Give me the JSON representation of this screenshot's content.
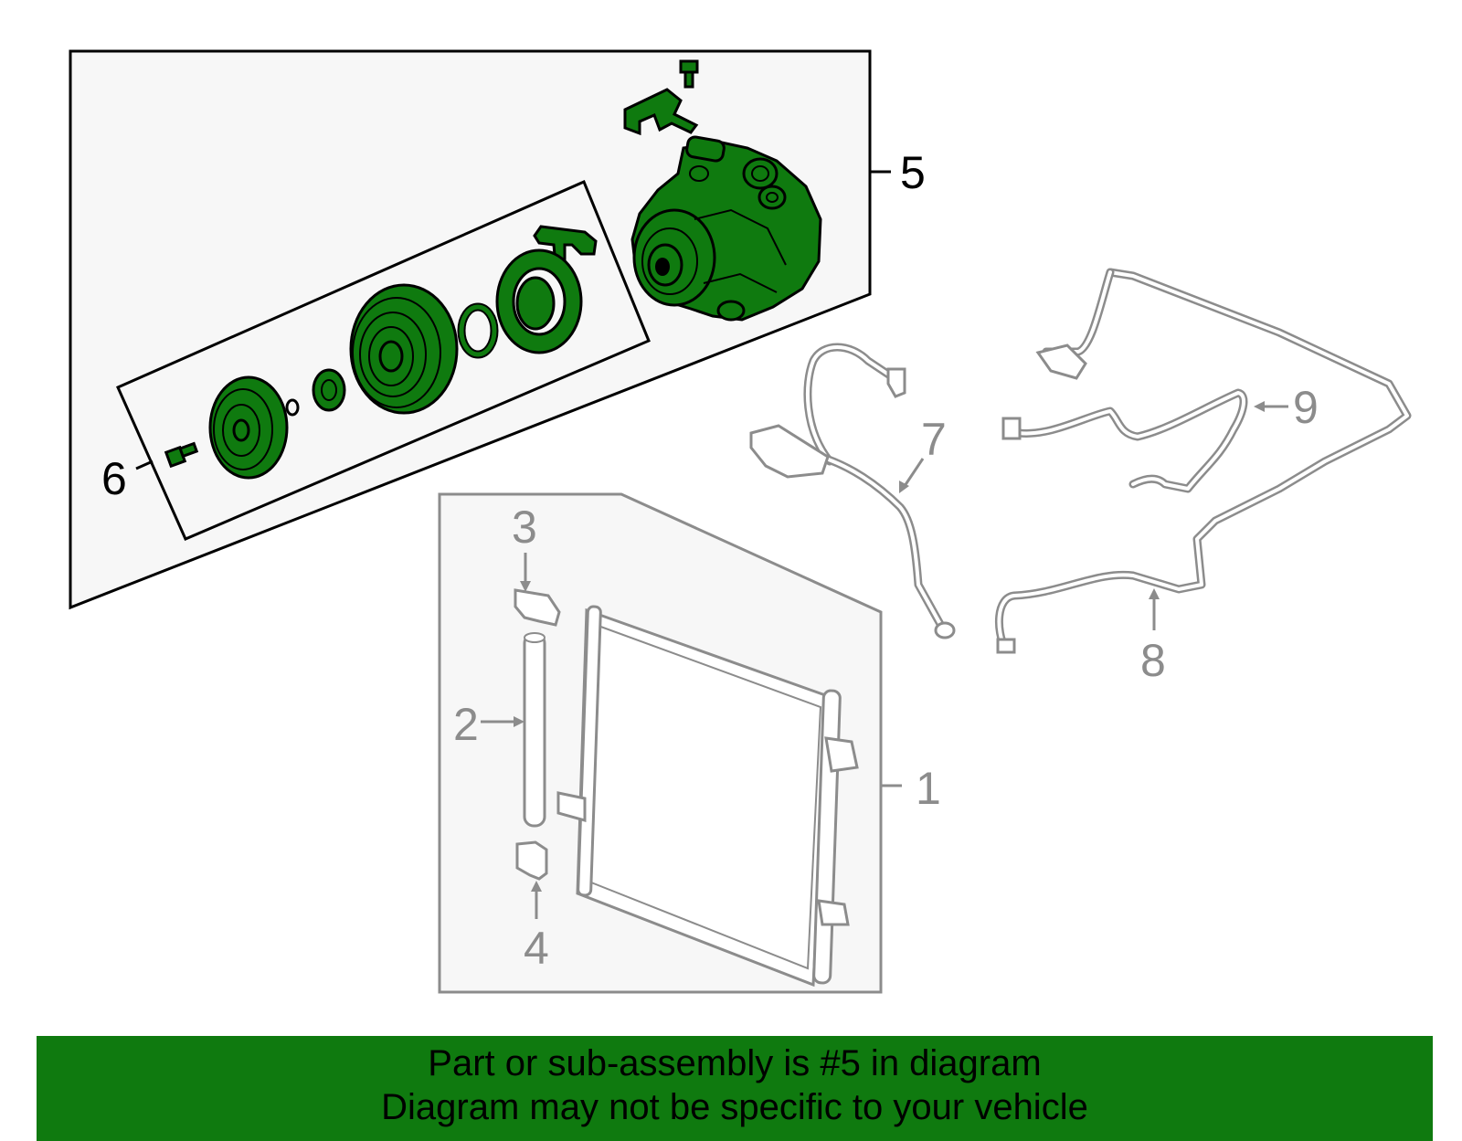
{
  "callouts": {
    "c1": "1",
    "c2": "2",
    "c3": "3",
    "c4": "4",
    "c5": "5",
    "c6": "6",
    "c7": "7",
    "c8": "8",
    "c9": "9"
  },
  "highlighted_part": "5",
  "colors": {
    "highlight_green": "#0f7a0f",
    "dimmed_gray": "#8c8c8c",
    "panel_fill": "#f7f7f7"
  },
  "banner": {
    "line1": "Part or sub-assembly is #5 in diagram",
    "line2": "Diagram may not be specific to your vehicle"
  }
}
